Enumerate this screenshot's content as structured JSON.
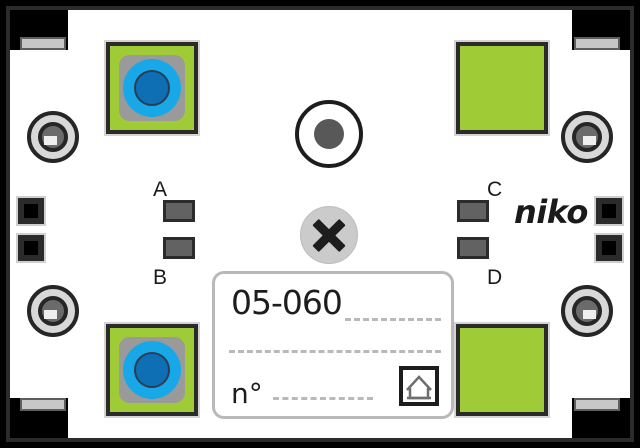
{
  "device": {
    "brand": "niko",
    "plate_color": "#ffffff",
    "frame_color": "#2b2b2b",
    "accent_green": "#9ecb36",
    "led_blue_outer": "#18a8e8",
    "led_blue_inner": "#0f6fb5",
    "screw_body": "#6b6b6b"
  },
  "label": {
    "code": "05-060",
    "number_prefix": "n°",
    "house_icon": "house-icon",
    "dash_lines": 3
  },
  "markers": {
    "a": "A",
    "b": "B",
    "c": "C",
    "d": "D"
  },
  "indicators": {
    "dot": "dot-indicator-icon",
    "cross": "cross-indicator-icon"
  },
  "terminals": {
    "screw_top_left": "screw-terminal",
    "screw_top_right": "screw-terminal",
    "screw_bottom_left": "screw-terminal",
    "screw_bottom_right": "screw-terminal"
  },
  "buttons": {
    "led_top_left": "led-push-button",
    "led_bottom_left": "led-push-button",
    "green_top_right": "green-pad",
    "green_bottom_right": "green-pad"
  }
}
